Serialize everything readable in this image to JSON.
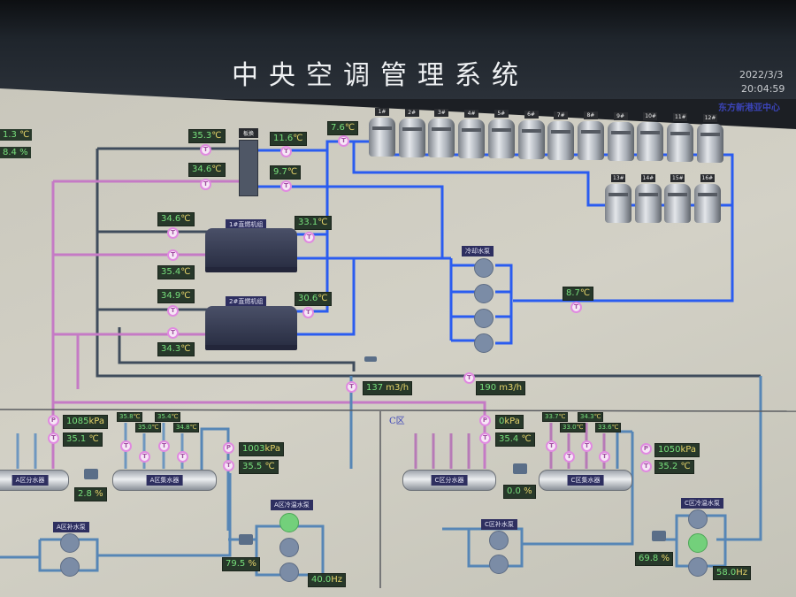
{
  "header": {
    "title": "中央空调管理系统",
    "date": "2022/3/3",
    "time": "20:04:59",
    "org": "东方新港亚中心"
  },
  "left_edge": {
    "temp": "1.3",
    "temp_unit": "℃",
    "humidity": "8.4",
    "humidity_unit": "%"
  },
  "plate_hx": {
    "label": "板换",
    "in_hot": "35.3",
    "out_hot": "34.6",
    "out_cold": "11.6",
    "in_cold": "9.7"
  },
  "supply_temp": "7.6",
  "towers": [
    "1#",
    "2#",
    "3#",
    "4#",
    "5#",
    "6#",
    "7#",
    "8#",
    "9#",
    "10#",
    "11#",
    "12#",
    "13#",
    "14#",
    "15#",
    "16#"
  ],
  "chillers": [
    {
      "label": "1#直燃机组",
      "t_in": "34.6",
      "t_out": "35.4",
      "t_chw": "33.1"
    },
    {
      "label": "2#直燃机组",
      "t_in": "34.9",
      "t_out": "34.3",
      "t_chw": "30.6"
    }
  ],
  "cooling_pumps": {
    "label": "冷却水泵",
    "return_temp": "8.7"
  },
  "flows": {
    "f1": "137",
    "f2": "190",
    "unit": "m3/h"
  },
  "sensor_letters": {
    "t": "T",
    "p": "P"
  },
  "units": {
    "c": "℃",
    "kpa": "kPa",
    "pct": "%",
    "hz": "Hz"
  },
  "zone_a": {
    "supply_pressure": "1085",
    "supply_temp": "35.1",
    "distributor": "A区分水器",
    "collector": "A区集水器",
    "valve_open": "2.8",
    "branch_temps": [
      "35.8",
      "35.0",
      "35.4",
      "34.8"
    ],
    "return_pressure": "1003",
    "return_temp": "35.5",
    "makeup_pump": "A区补水泵",
    "circ_pump": "A区冷温水泵",
    "pump_valve": "79.5",
    "freq": "40.0"
  },
  "zone_c": {
    "name": "C区",
    "supply_pressure": "0",
    "supply_temp": "35.4",
    "distributor": "C区分水器",
    "collector": "C区集水器",
    "valve_open": "0.0",
    "branch_temps": [
      "33.7",
      "33.0",
      "34.3",
      "33.6"
    ],
    "return_pressure": "1050",
    "return_temp": "35.2",
    "makeup_pump": "C区补水泵",
    "circ_pump": "C区冷温水泵",
    "pump_valve": "69.8",
    "freq": "58.0"
  }
}
